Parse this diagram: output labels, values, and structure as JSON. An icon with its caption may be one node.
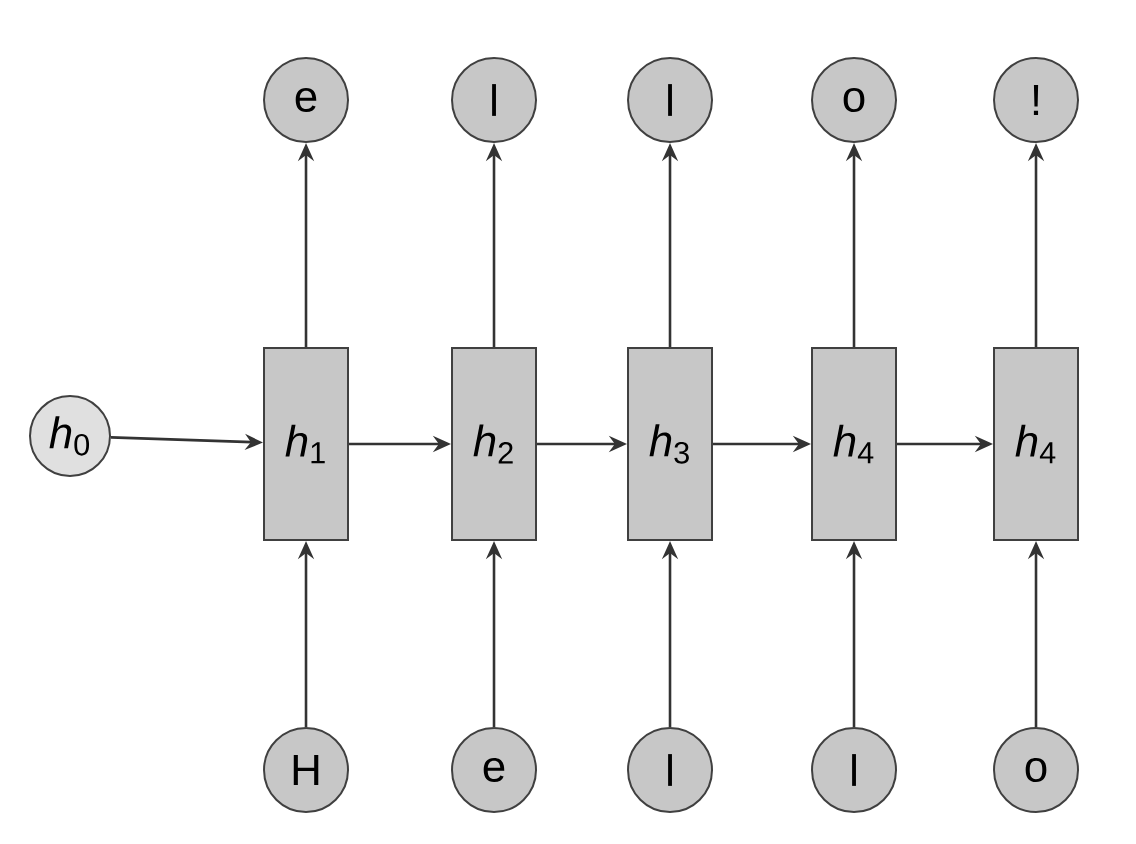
{
  "diagram": {
    "nodes": [
      {
        "text": [
          "e"
        ]
      },
      {
        "text": [
          "l"
        ]
      },
      {
        "text": [
          "l"
        ]
      },
      {
        "text": [
          "o"
        ]
      },
      {
        "text": [
          "!"
        ]
      },
      {
        "text": [
          "*h*$_{0}$"
        ]
      },
      {
        "text": [
          "*h*$_{1}$"
        ]
      },
      {
        "text": [
          "*h*$_{2}$"
        ]
      },
      {
        "text": [
          "*h*$_{3}$"
        ]
      },
      {
        "text": [
          "*h*$_{4}$"
        ]
      },
      {
        "text": [
          "*h*$_{4}$"
        ]
      },
      {
        "text": [
          "H"
        ]
      },
      {
        "text": [
          "e"
        ]
      },
      {
        "text": [
          "l"
        ]
      },
      {
        "text": [
          "l"
        ]
      },
      {
        "text": [
          "o"
        ]
      }
    ],
    "edges": [
      {
        "from": 5,
        "to": 6,
        "arrow": "to"
      },
      {
        "from": 6,
        "to": 7,
        "arrow": "to"
      },
      {
        "from": 7,
        "to": 8,
        "arrow": "to"
      },
      {
        "from": 8,
        "to": 9,
        "arrow": "to"
      },
      {
        "from": 9,
        "to": 10,
        "arrow": "to"
      },
      {
        "from": 11,
        "to": 6,
        "arrow": "to"
      },
      {
        "from": 12,
        "to": 7,
        "arrow": "to"
      },
      {
        "from": 13,
        "to": 8,
        "arrow": "to"
      },
      {
        "from": 14,
        "to": 9,
        "arrow": "to"
      },
      {
        "from": 15,
        "to": 10,
        "arrow": "to"
      },
      {
        "from": 6,
        "to": 0,
        "arrow": "to"
      },
      {
        "from": 7,
        "to": 1,
        "arrow": "to"
      },
      {
        "from": 8,
        "to": 2,
        "arrow": "to"
      },
      {
        "from": 9,
        "to": 3,
        "arrow": "to"
      },
      {
        "from": 10,
        "to": 4,
        "arrow": "to"
      }
    ]
  }
}
